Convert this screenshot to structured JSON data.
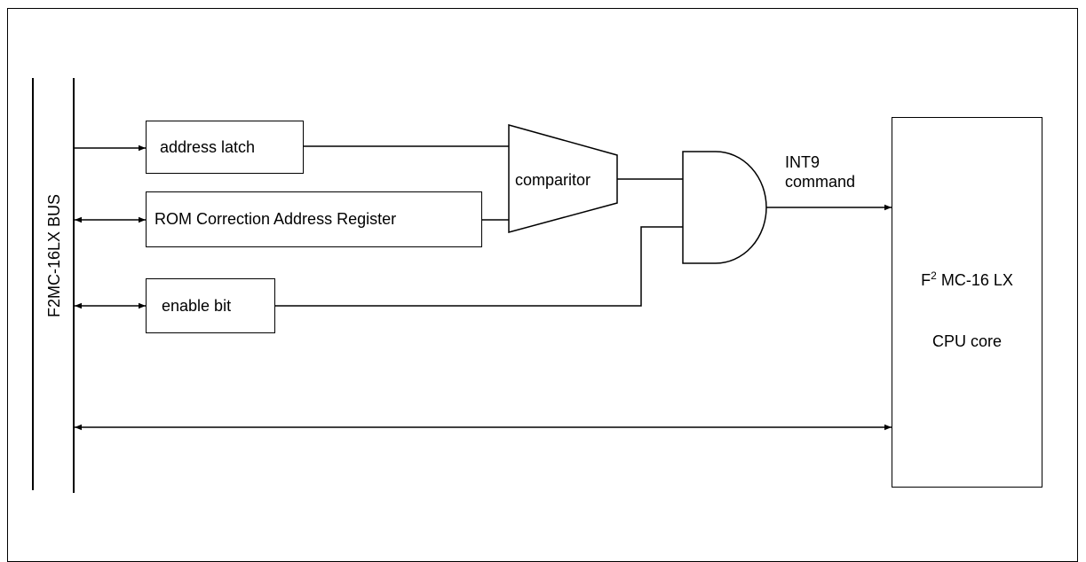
{
  "bus": {
    "label": "F2MC-16LX BUS"
  },
  "address_latch": {
    "label": "address latch"
  },
  "rom_register": {
    "label": "ROM Correction Address Register"
  },
  "enable_bit": {
    "label": "enable bit"
  },
  "comparator": {
    "label": "comparitor"
  },
  "signal": {
    "line1": "INT9",
    "line2": "command"
  },
  "cpu": {
    "prefix": "F",
    "superscript": "2",
    "name": " MC-16 LX",
    "subtitle": "CPU core"
  }
}
